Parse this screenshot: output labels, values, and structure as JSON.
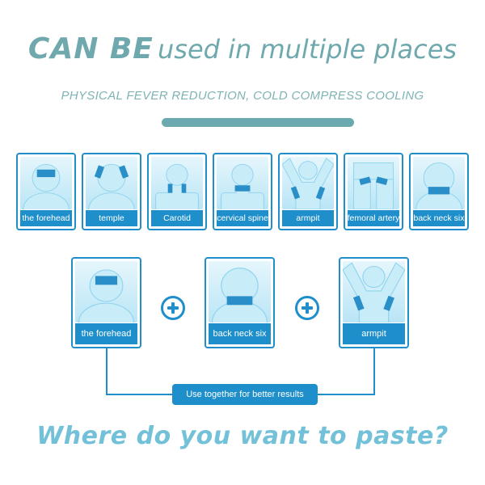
{
  "headline": {
    "bold_part": "CAN BE",
    "rest": "used in multiple places"
  },
  "subheadline": "PHYSICAL FEVER REDUCTION, COLD COMPRESS COOLING",
  "placements": [
    {
      "label": "the forehead",
      "icon": "forehead-patch-icon"
    },
    {
      "label": "temple",
      "icon": "temple-patch-icon"
    },
    {
      "label": "Carotid",
      "icon": "carotid-patch-icon"
    },
    {
      "label": "cervical spine",
      "icon": "cervical-spine-patch-icon"
    },
    {
      "label": "armpit",
      "icon": "armpit-patch-icon"
    },
    {
      "label": "femoral artery",
      "icon": "femoral-artery-patch-icon"
    },
    {
      "label": "back neck six",
      "icon": "back-neck-patch-icon"
    }
  ],
  "combo": [
    {
      "label": "the forehead",
      "icon": "forehead-patch-icon"
    },
    {
      "label": "back neck six",
      "icon": "back-neck-patch-icon"
    },
    {
      "label": "armpit",
      "icon": "armpit-patch-icon"
    }
  ],
  "combo_note": "Use together for better results",
  "question": "Where do you want to paste?",
  "colors": {
    "accent": "#1e8fcb",
    "heading": "#6fa9ad",
    "question": "#72c1d8",
    "patch": "#2a8fc9",
    "figure": "#c8ecf8"
  }
}
